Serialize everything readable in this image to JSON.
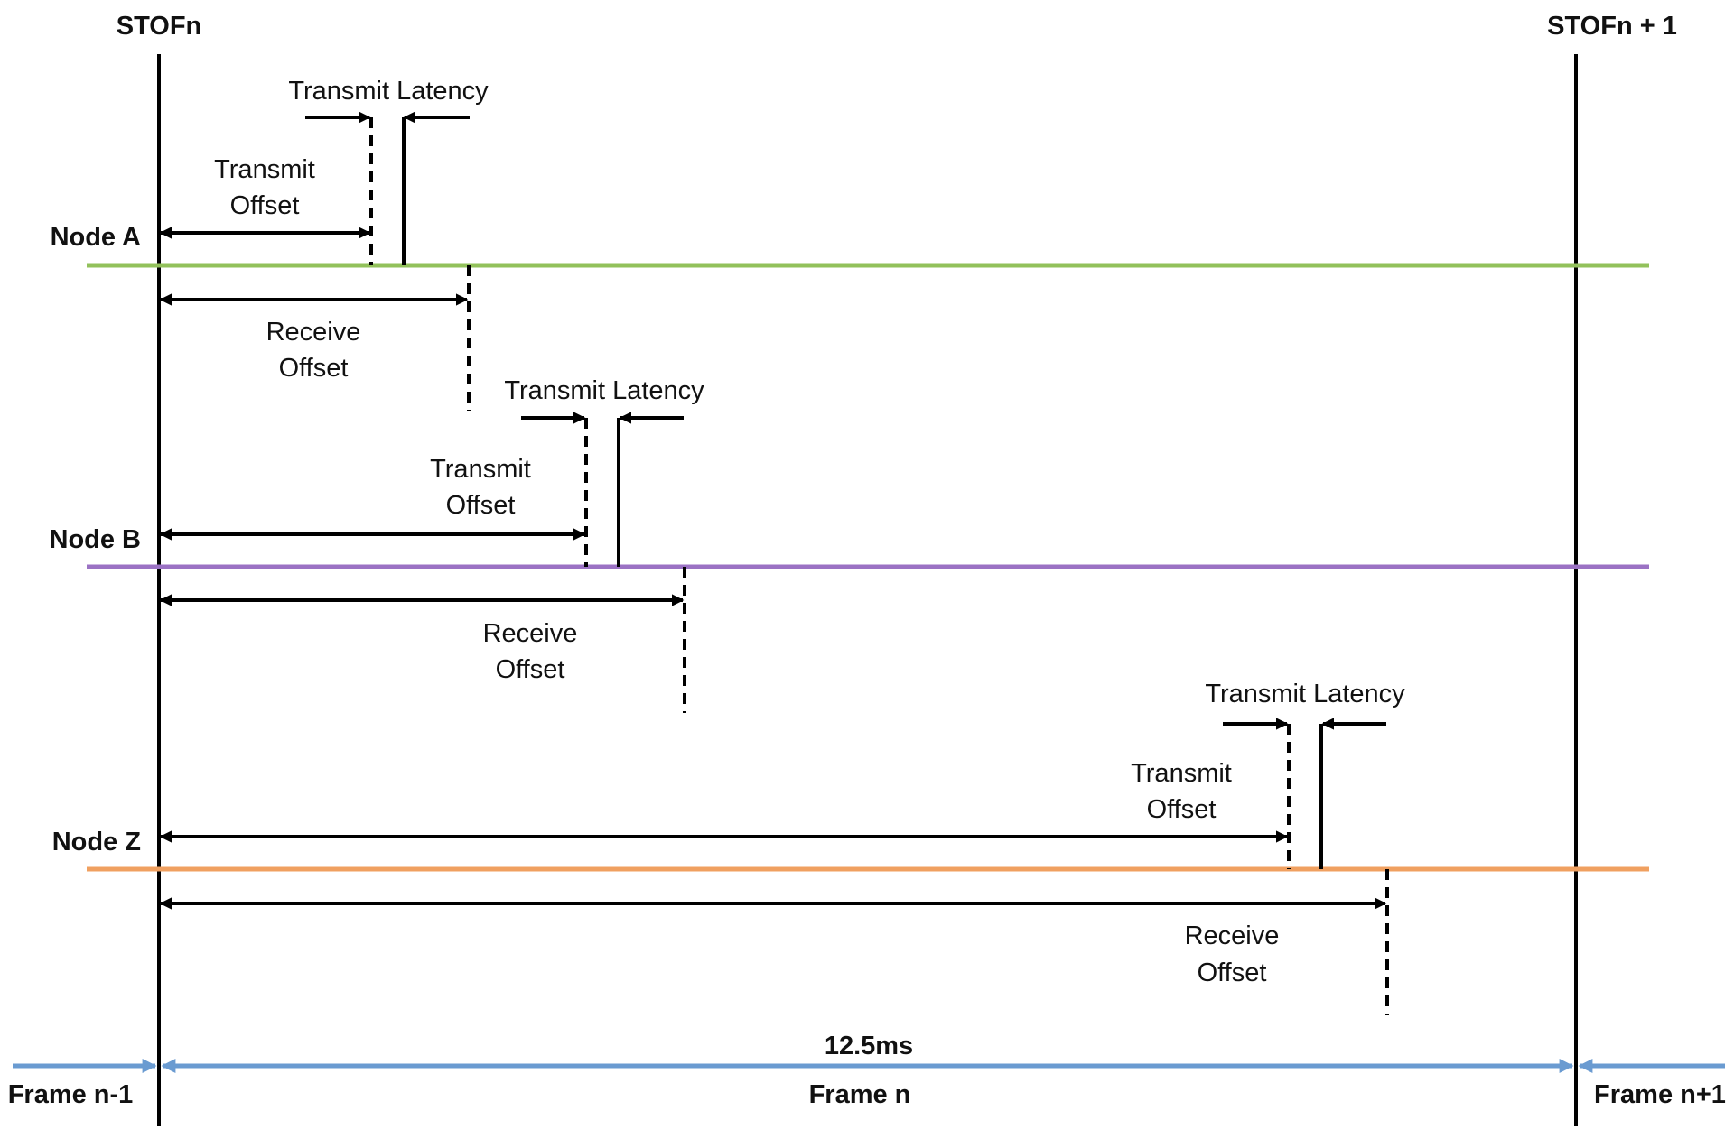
{
  "markers": {
    "start": "STOFn",
    "end": "STOFn + 1"
  },
  "colors": {
    "node_a": "#92c15b",
    "node_b": "#9b72c4",
    "node_z": "#f0a060",
    "timeline": "#6a9bd1"
  },
  "nodes": [
    {
      "name": "Node A",
      "transmit_latency": "Transmit Latency",
      "transmit_offset": [
        "Transmit",
        "Offset"
      ],
      "receive_offset": [
        "Receive",
        "Offset"
      ]
    },
    {
      "name": "Node B",
      "transmit_latency": "Transmit Latency",
      "transmit_offset": [
        "Transmit",
        "Offset"
      ],
      "receive_offset": [
        "Receive",
        "Offset"
      ]
    },
    {
      "name": "Node Z",
      "transmit_latency": "Transmit Latency",
      "transmit_offset": [
        "Transmit",
        "Offset"
      ],
      "receive_offset": [
        "Receive",
        "Offset"
      ]
    }
  ],
  "timeline": {
    "duration": "12.5ms",
    "frame_prev": "Frame n-1",
    "frame_current": "Frame n",
    "frame_next": "Frame n+1"
  }
}
